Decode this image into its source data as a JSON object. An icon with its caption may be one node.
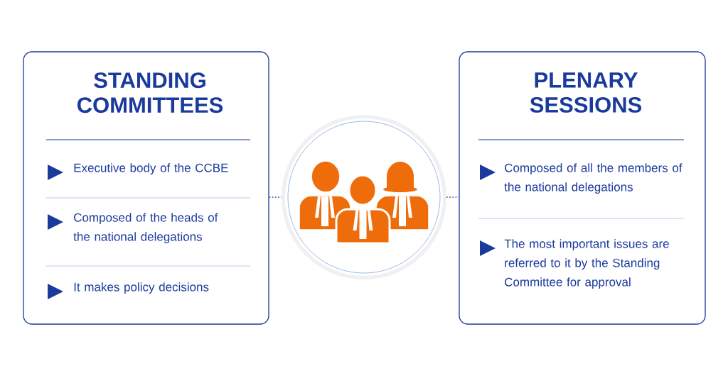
{
  "diagram": {
    "nodes": [
      {
        "text": [
          "STANDING COMMITTEES",
          "Executive body of the CCBE",
          "Composed of the heads of the national delegations",
          "It makes policy decisions"
        ]
      },
      {
        "text": [],
        "shape": "circle"
      },
      {
        "text": [
          "PLENARY SESSIONS",
          "Composed of all the members of the national delegations",
          "The most important issues are referred to it by the Standing Committee for approval"
        ]
      }
    ],
    "edges": [
      {
        "from": 0,
        "to": 1,
        "arrow": "none",
        "style": "dashed"
      },
      {
        "from": 1,
        "to": 2,
        "arrow": "none",
        "style": "dashed"
      }
    ]
  }
}
